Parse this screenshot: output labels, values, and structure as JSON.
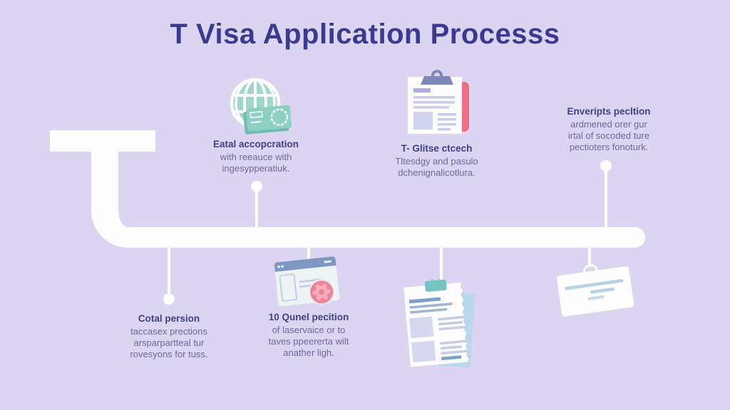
{
  "title": "T Visa Application Processs",
  "colors": {
    "background": "#dcd5f2",
    "title_text": "#3b3a8e",
    "heading_text": "#413f85",
    "body_text": "#6c689c",
    "timeline_white": "#fdfdfe",
    "globe_mint": "#9fd7c9",
    "banknote_teal": "#8ed1c4",
    "clipboard_pink": "#ef6d80",
    "clip_slate": "#7e88b8",
    "browser_bar_blue": "#7e97c3",
    "badge_pink": "#ee8398",
    "doc_back_blue": "#b9d8ec",
    "doc_line_blue": "#9fb4d4",
    "doc_clip_teal": "#74c5c2",
    "lavender_block": "#d5d8ef",
    "envelope_line_blue": "#b7d2e2"
  },
  "icons": [
    {
      "name": "globe-money-icon"
    },
    {
      "name": "clipboard-icon"
    },
    {
      "name": "browser-window-icon"
    },
    {
      "name": "documents-icon"
    },
    {
      "name": "envelope-icon"
    }
  ],
  "steps": [
    {
      "heading": "Eatal accopcration",
      "lines": [
        "with reeauce with",
        "ingesypperatiuk."
      ]
    },
    {
      "heading": "T- Glitse ctcech",
      "lines": [
        "Tltesdgy and pasulo",
        "dchenignalicotlura."
      ]
    },
    {
      "heading": "Enveripts pecltion",
      "lines": [
        "ardmened orer gur",
        "irtal of socoded ture",
        "pectioters fonoturk."
      ]
    },
    {
      "heading": "Cotal persion",
      "lines": [
        "taccasex prections",
        "arsparpartteal tur",
        "rovesyons for tuss."
      ]
    },
    {
      "heading": "10 Qunel pecition",
      "lines": [
        "of laservaice or to",
        "taves ppeererta wilt",
        "anather ligh."
      ]
    }
  ]
}
